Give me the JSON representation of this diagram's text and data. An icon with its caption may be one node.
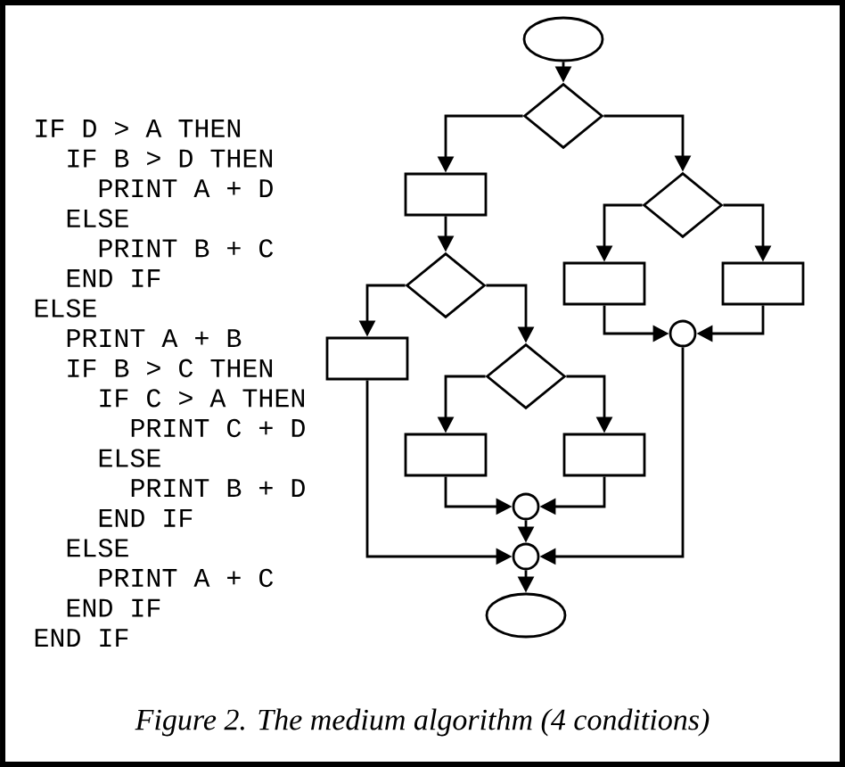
{
  "diagram": {
    "caption": "Figure 2.  The medium algorithm (4 conditions)",
    "nodes": [
      {
        "text": [],
        "shape": "ellipse"
      },
      {
        "text": [],
        "shape": "diamond"
      },
      {
        "text": [],
        "shape": "box"
      },
      {
        "text": [],
        "shape": "diamond"
      },
      {
        "text": [],
        "shape": "diamond"
      },
      {
        "text": [],
        "shape": "box"
      },
      {
        "text": [],
        "shape": "box"
      },
      {
        "text": [],
        "shape": "circle"
      },
      {
        "text": [],
        "shape": "box"
      },
      {
        "text": [],
        "shape": "diamond"
      },
      {
        "text": [],
        "shape": "box"
      },
      {
        "text": [],
        "shape": "box"
      },
      {
        "text": [],
        "shape": "circle"
      },
      {
        "text": [],
        "shape": "circle"
      },
      {
        "text": [],
        "shape": "ellipse"
      }
    ],
    "edges": [
      {
        "from": 0,
        "to": 1,
        "arrow": "to"
      },
      {
        "from": 1,
        "to": 2,
        "arrow": "to"
      },
      {
        "from": 1,
        "to": 3,
        "arrow": "to"
      },
      {
        "from": 3,
        "to": 5,
        "arrow": "to"
      },
      {
        "from": 3,
        "to": 6,
        "arrow": "to"
      },
      {
        "from": 5,
        "to": 7,
        "arrow": "to"
      },
      {
        "from": 6,
        "to": 7,
        "arrow": "to"
      },
      {
        "from": 2,
        "to": 4,
        "arrow": "to"
      },
      {
        "from": 4,
        "to": 8,
        "arrow": "to"
      },
      {
        "from": 4,
        "to": 9,
        "arrow": "to"
      },
      {
        "from": 9,
        "to": 10,
        "arrow": "to"
      },
      {
        "from": 9,
        "to": 11,
        "arrow": "to"
      },
      {
        "from": 10,
        "to": 12,
        "arrow": "to"
      },
      {
        "from": 11,
        "to": 12,
        "arrow": "to"
      },
      {
        "from": 12,
        "to": 13,
        "arrow": "to"
      },
      {
        "from": 8,
        "to": 13,
        "arrow": "to"
      },
      {
        "from": 7,
        "to": 13,
        "arrow": "to"
      },
      {
        "from": 13,
        "to": 14,
        "arrow": "to"
      }
    ],
    "labels": [
      "IF D > A THEN",
      "IF B > D THEN",
      "PRINT A + D",
      "ELSE",
      "PRINT B + C",
      "END IF",
      "ELSE",
      "PRINT A + B",
      "IF B > C THEN",
      "IF C > A THEN",
      "PRINT C + D",
      "ELSE",
      "PRINT B + D",
      "END IF",
      "ELSE",
      "PRINT A + C",
      "END IF",
      "END IF"
    ]
  }
}
